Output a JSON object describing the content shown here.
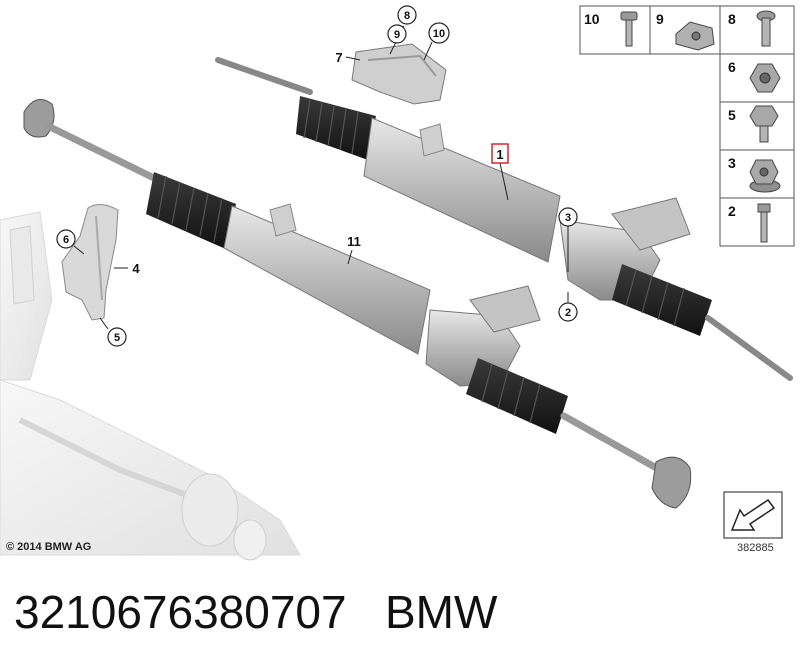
{
  "caption": {
    "part_number": "3210676380707",
    "brand": "BMW"
  },
  "copyright": "© 2014 BMW AG",
  "diagram_id": "382885",
  "callouts": {
    "c1": "1",
    "c2": "2",
    "c3": "3",
    "c4": "4",
    "c5": "5",
    "c6": "6",
    "c7": "7",
    "c8": "8",
    "c9": "9",
    "c10": "10",
    "c11": "11"
  },
  "legend": [
    {
      "number": "10",
      "icon": "bolt-flange-icon"
    },
    {
      "number": "9",
      "icon": "nut-clip-icon"
    },
    {
      "number": "8",
      "icon": "screw-icon"
    },
    {
      "number": "6",
      "icon": "hex-nut-icon"
    },
    {
      "number": "5",
      "icon": "hex-bolt-icon"
    },
    {
      "number": "3",
      "icon": "collar-nut-icon"
    },
    {
      "number": "2",
      "icon": "long-bolt-icon"
    }
  ],
  "highlight_color": "#e0222a"
}
